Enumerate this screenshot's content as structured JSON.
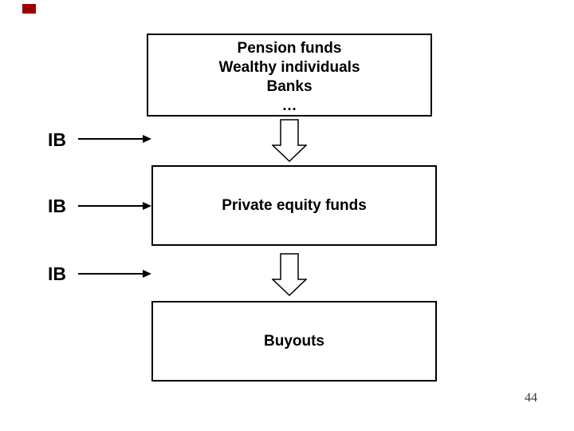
{
  "slide": {
    "page_number": "44",
    "accent_color": "#990000"
  },
  "diagram": {
    "top_box": {
      "lines": [
        "Pension funds",
        "Wealthy individuals",
        "Banks",
        "…"
      ]
    },
    "middle_box": {
      "label": "Private equity funds"
    },
    "bottom_box": {
      "label": "Buyouts"
    },
    "ib_rows": [
      {
        "label": "IB"
      },
      {
        "label": "IB"
      },
      {
        "label": "IB"
      }
    ]
  }
}
